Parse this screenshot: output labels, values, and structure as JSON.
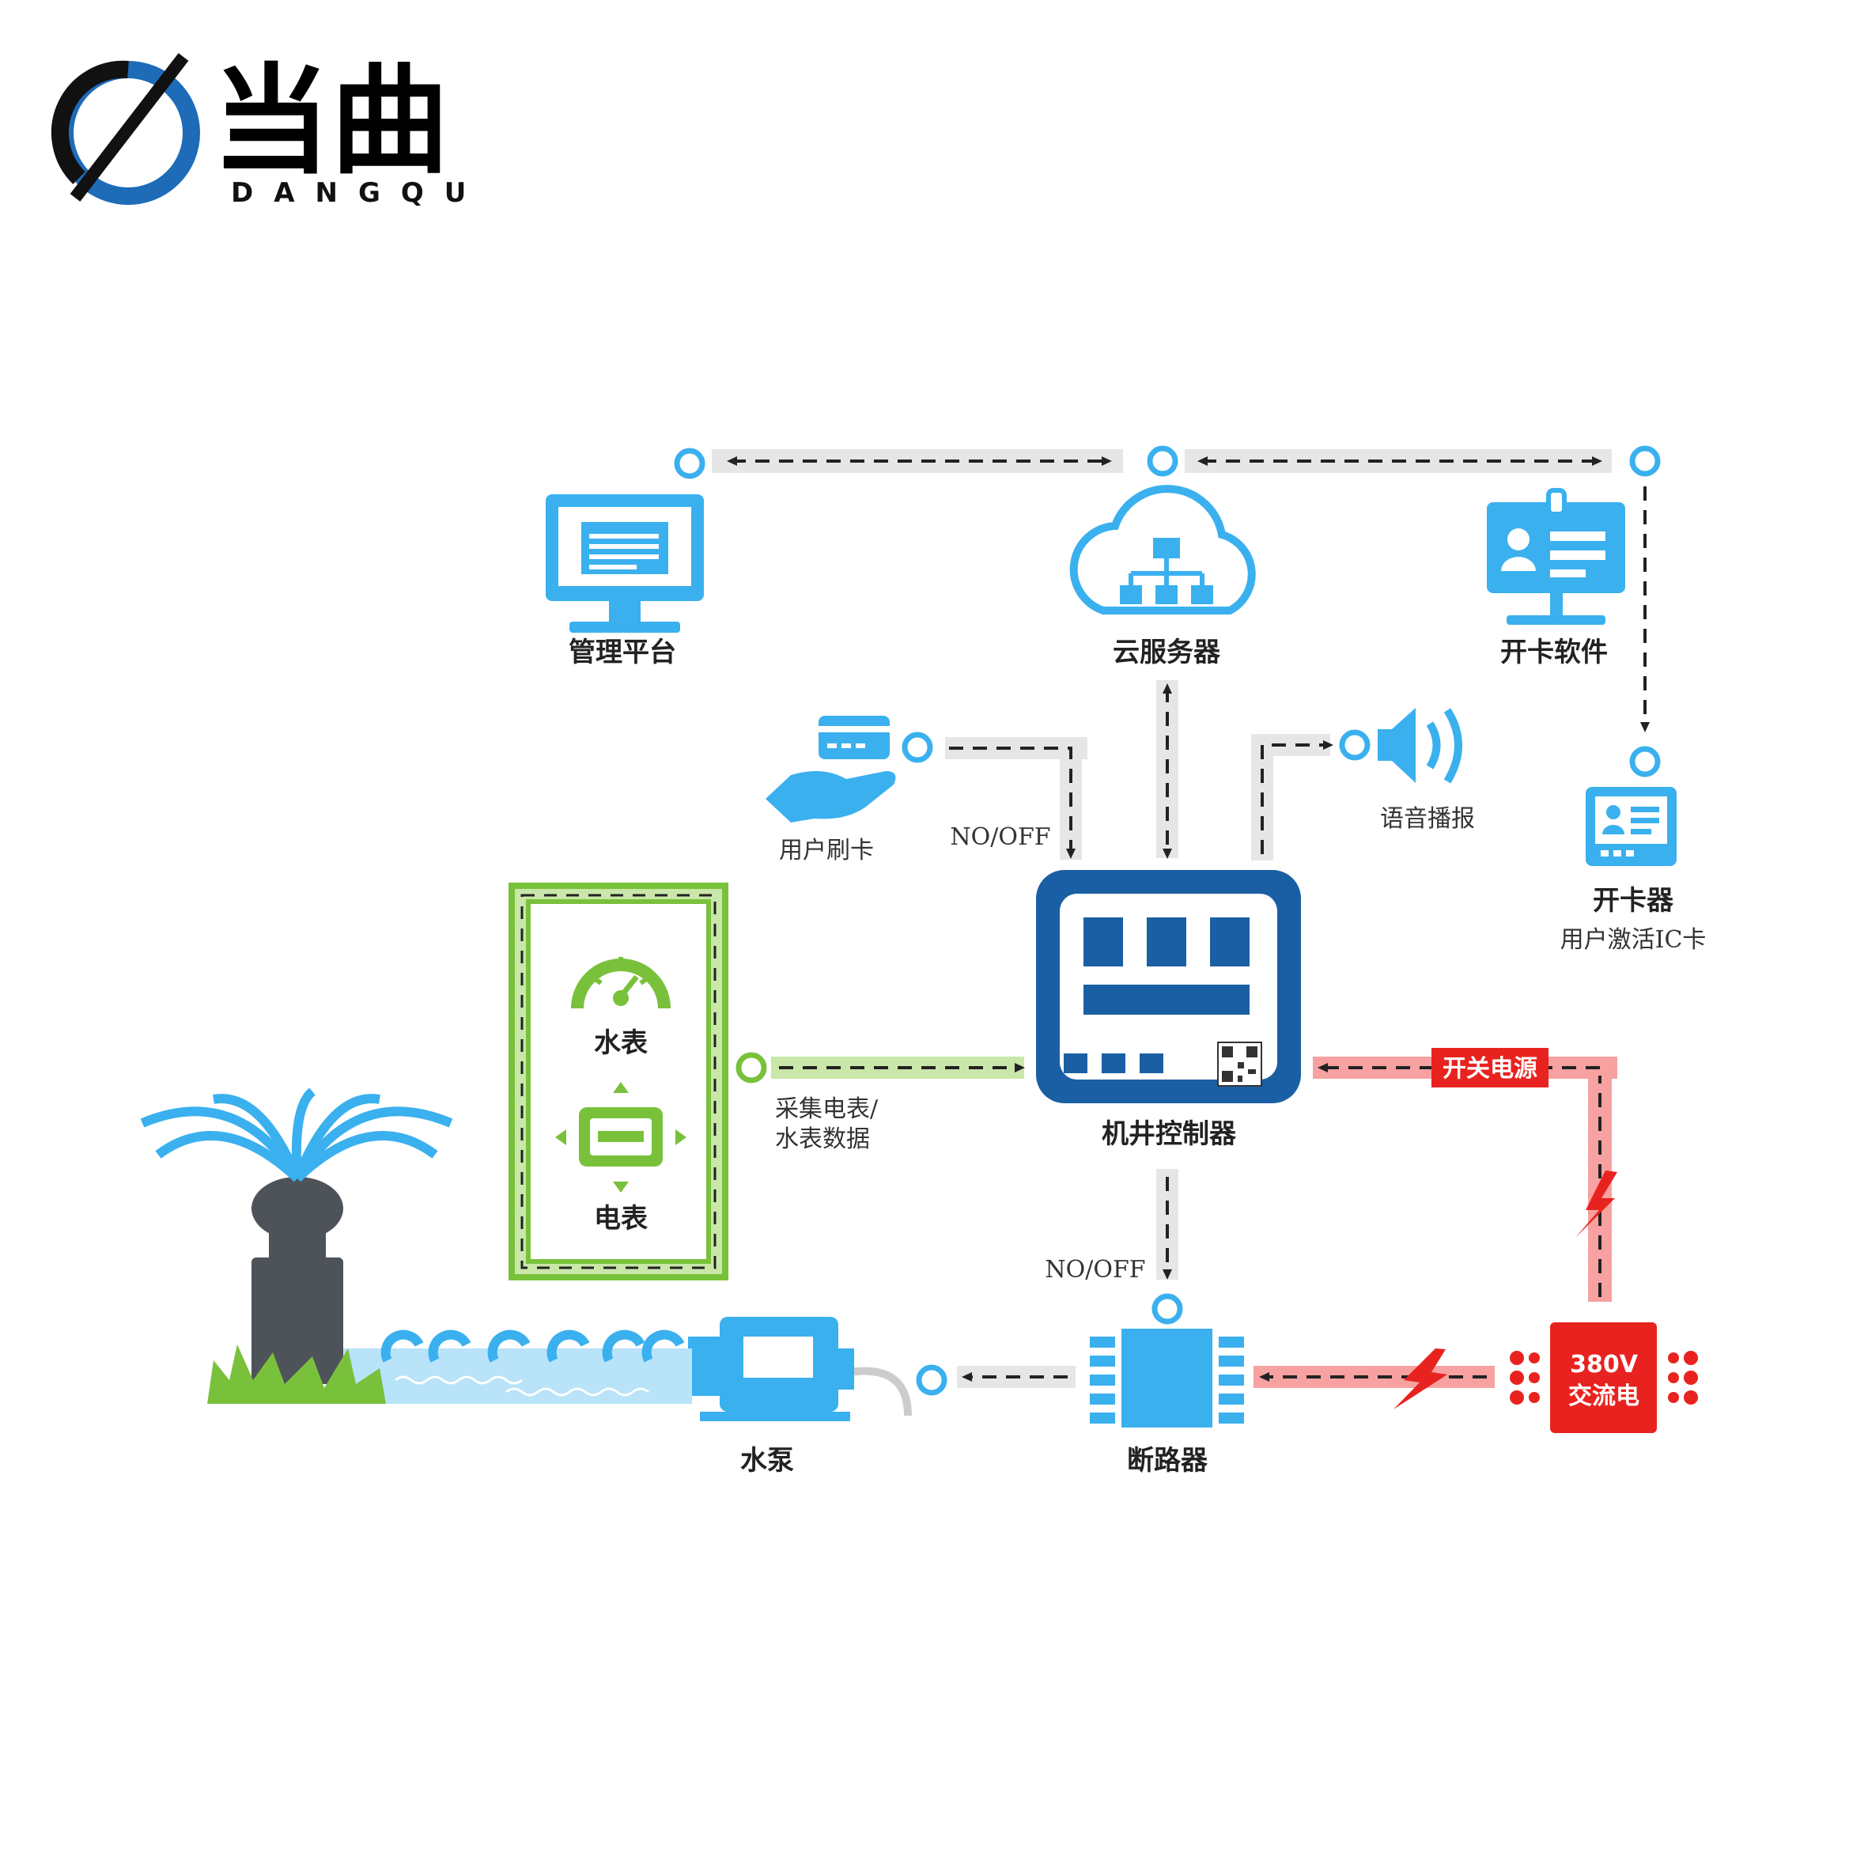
{
  "logo": {
    "brand": "当曲",
    "sub": "DANGQU"
  },
  "nodes": {
    "management": "管理平台",
    "cloud": "云服务器",
    "card_software": "开卡软件",
    "card_swipe": "用户刷卡",
    "voice": "语音播报",
    "card_issuer": "开卡器",
    "card_issuer_sub": "用户激活IC卡",
    "water_meter": "水表",
    "electric_meter": "电表",
    "controller": "机井控制器",
    "breaker": "断路器",
    "pump": "水泵",
    "power": "380V",
    "power_sub": "交流电"
  },
  "edges": {
    "swipe_switch": "NO/OFF",
    "controller_switch": "NO/OFF",
    "collect_l1": "采集电表/",
    "collect_l2": "水表数据",
    "switch_power": "开关电源"
  },
  "colors": {
    "blue": "#3ab0ef",
    "dark_blue": "#1a5fa3",
    "green": "#79c13b",
    "red": "#e8231f",
    "grey_path": "#e6e6e6"
  }
}
